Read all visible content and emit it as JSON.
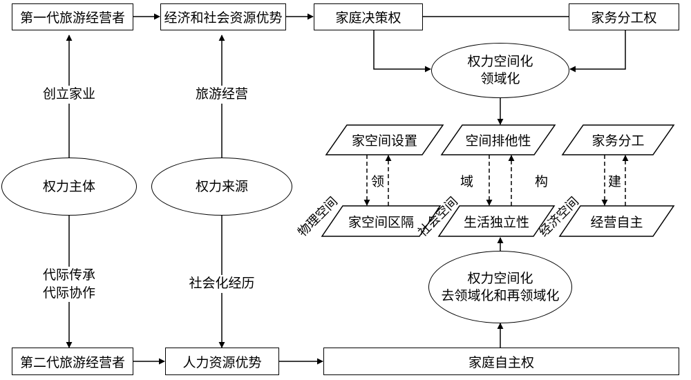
{
  "top_row": {
    "first_gen": "第一代旅游经营者",
    "econ_social": "经济和社会资源优势",
    "decision": "家庭决策权",
    "division_right": "家务分工权"
  },
  "bottom_row": {
    "second_gen": "第二代旅游经营者",
    "human_capital": "人力资源优势",
    "autonomy": "家庭自主权"
  },
  "ovals": {
    "subject": "权力主体",
    "source": "权力来源",
    "territorial_line1": "权力空间化",
    "territorial_line2": "领域化",
    "deterritorial_line1": "权力空间化",
    "deterritorial_line2": "去领域化和再领域化"
  },
  "edge_labels": {
    "found": "创立家业",
    "tourism_op": "旅游经营",
    "inherit_line1": "代际传承",
    "inherit_line2": "代际协作",
    "socialization": "社会化经历"
  },
  "upper_para": {
    "space_setting": "家空间设置",
    "exclusivity": "空间排他性",
    "housework": "家务分工"
  },
  "lower_para": {
    "separation": "家空间区隔",
    "independence": "生活独立性",
    "self_operation": "经营自主"
  },
  "domain_labels": {
    "physical": "物理空间",
    "social": "社会空间",
    "economic": "经济空间"
  },
  "construction_chars": {
    "c1": "领",
    "c2": "域",
    "c3": "构",
    "c4": "建"
  }
}
